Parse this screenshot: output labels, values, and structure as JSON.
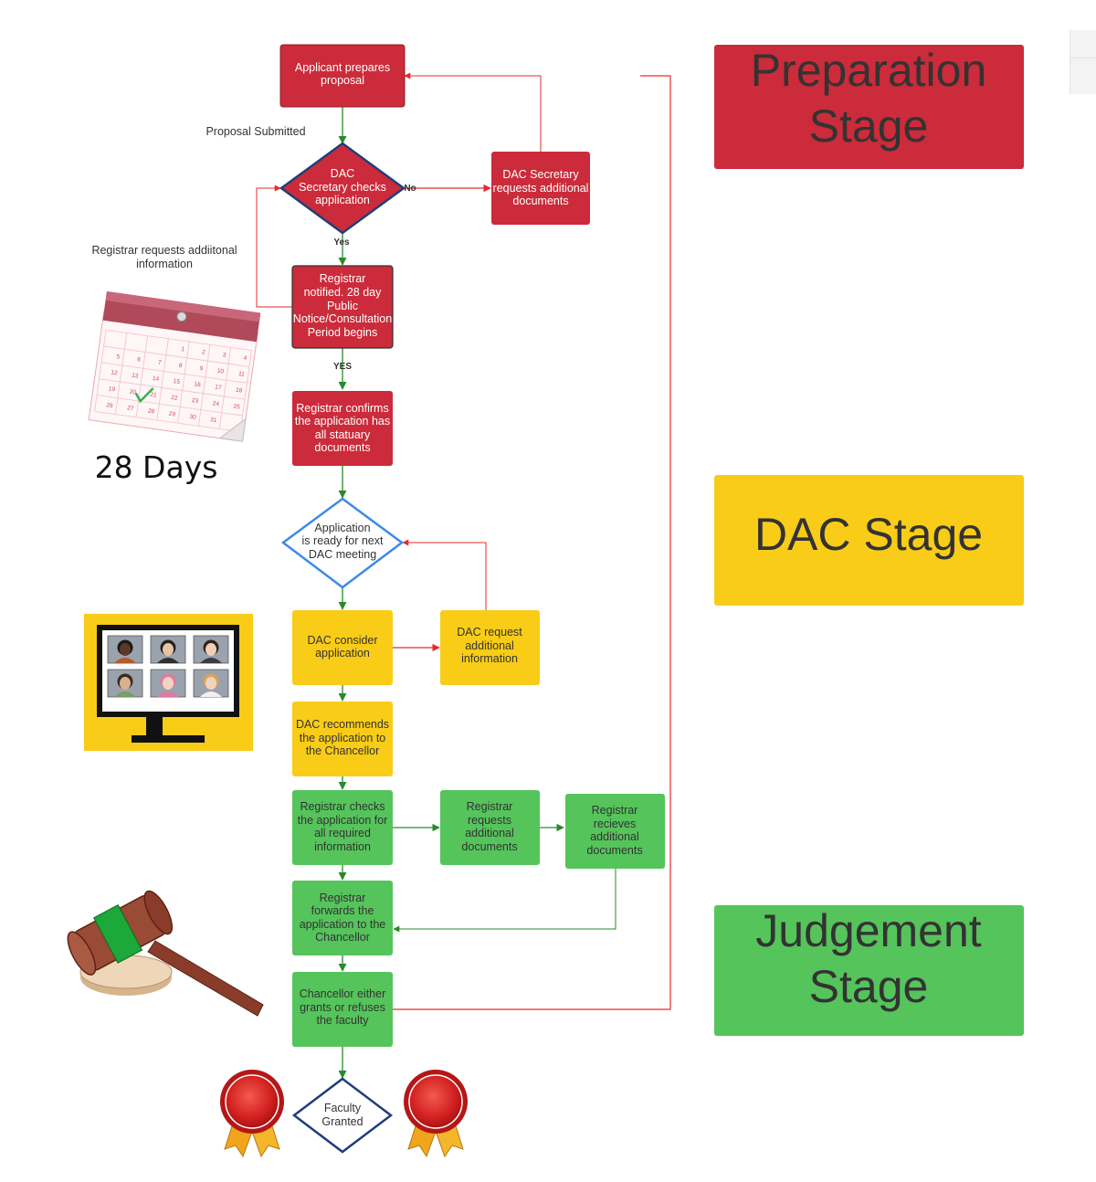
{
  "colors": {
    "red": "#cb2b3a",
    "yellow": "#f9cc17",
    "green": "#55c45b",
    "blue_outline": "#3d8ae8",
    "navy_outline": "#1f3e7a",
    "red_arrow": "#e52b2b",
    "green_arrow": "#2a8a2a"
  },
  "nodes": {
    "applicant_prepares": [
      "Applicant prepares",
      "proposal"
    ],
    "dac_sec_checks": [
      "DAC",
      "Secretary checks",
      "application"
    ],
    "dac_sec_requests": [
      "DAC Secretary",
      "requests additional",
      "documents"
    ],
    "registrar_notified": [
      "Registrar",
      "notified. 28 day",
      "Public",
      "Notice/Consultation",
      "Period begins"
    ],
    "registrar_confirms": [
      "Registrar confirms",
      "the application has",
      "all statuary",
      "documents"
    ],
    "app_ready": [
      "Application",
      "is ready for next",
      "DAC meeting"
    ],
    "dac_consider": [
      "DAC consider",
      "application"
    ],
    "dac_request": [
      "DAC request",
      "additional",
      "information"
    ],
    "dac_recommends": [
      "DAC recommends",
      "the application to",
      "the Chancellor"
    ],
    "registrar_checks": [
      "Registrar checks",
      "the application for",
      "all required",
      "information"
    ],
    "registrar_requests": [
      "Registrar",
      "requests",
      "additional",
      "documents"
    ],
    "registrar_receives": [
      "Registrar",
      "recieves",
      "additional",
      "documents"
    ],
    "registrar_forwards": [
      "Registrar",
      "forwards the",
      "application to the",
      "Chancellor"
    ],
    "chancellor": [
      "Chancellor either",
      "grants or refuses",
      "the faculty"
    ],
    "faculty_granted": [
      "Faculty",
      "Granted"
    ]
  },
  "labels": {
    "proposal_submitted": "Proposal Submitted",
    "registrar_requests_info": [
      "Registrar requests addiitonal",
      "information"
    ],
    "no": "No",
    "yes": "Yes",
    "yes_caps": "YES",
    "days": "28 Days"
  },
  "stages": {
    "preparation": [
      "Preparation",
      "Stage"
    ],
    "dac": [
      "DAC Stage"
    ],
    "judgement": [
      "Judgement",
      "Stage"
    ]
  },
  "calendar": {
    "numbers": [
      "1",
      "2",
      "3",
      "4",
      "5",
      "6",
      "7",
      "8",
      "9",
      "10",
      "11",
      "12",
      "13",
      "14",
      "15",
      "16",
      "17",
      "18",
      "19",
      "20",
      "21",
      "22",
      "23",
      "24",
      "25",
      "26",
      "27",
      "28",
      "29",
      "30",
      "31"
    ]
  }
}
